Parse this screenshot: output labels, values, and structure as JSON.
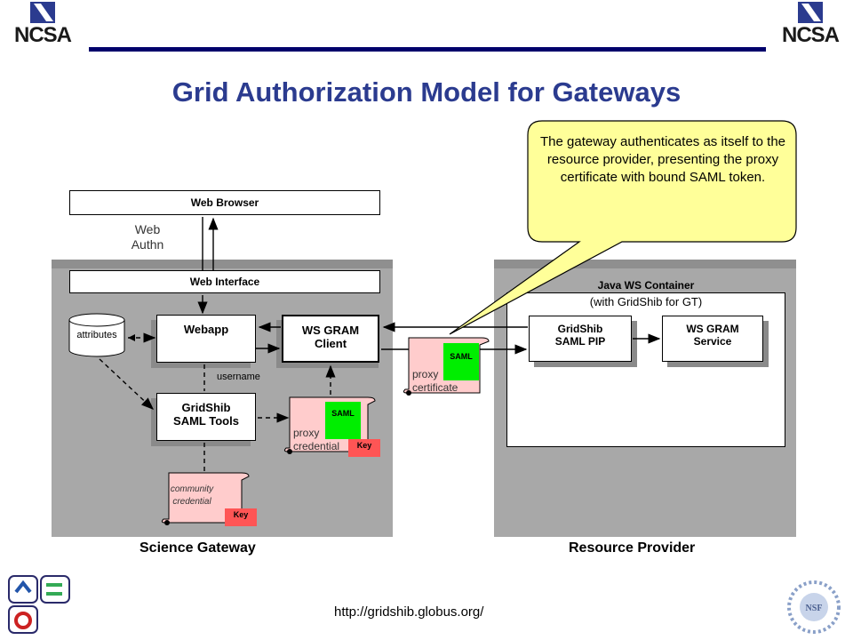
{
  "header": {
    "logo_left": "NCSA",
    "logo_right": "NCSA"
  },
  "title": "Grid Authorization Model for Gateways",
  "callout": "The gateway authenticates as itself to the resource provider, presenting the proxy certificate with bound SAML token.",
  "science_gateway": {
    "caption": "Science Gateway",
    "web_browser": "Web Browser",
    "web_authn_line1": "Web",
    "web_authn_line2": "Authn",
    "web_interface": "Web Interface",
    "attributes": "attributes",
    "webapp": "Webapp",
    "ws_gram_client_line1": "WS GRAM",
    "ws_gram_client_line2": "Client",
    "username": "username",
    "gridshib_tools_line1": "GridShib",
    "gridshib_tools_line2": "SAML Tools",
    "proxy_credential": {
      "line1": "proxy",
      "line2": "credential",
      "saml": "SAML",
      "key": "Key"
    },
    "community_credential": {
      "line1": "community",
      "line2": "credential",
      "key": "Key"
    }
  },
  "proxy_certificate": {
    "line1": "proxy",
    "line2": "certificate",
    "saml": "SAML"
  },
  "resource_provider": {
    "caption": "Resource Provider",
    "container_title": "Java WS Container",
    "container_subtitle": "(with GridShib for GT)",
    "pip_line1": "GridShib",
    "pip_line2": "SAML PIP",
    "service_line1": "WS GRAM",
    "service_line2": "Service"
  },
  "footer": {
    "url": "http://gridshib.globus.org/"
  },
  "colors": {
    "title": "#2b3b8f",
    "callout": "#ffff99",
    "scroll": "#ffcccc",
    "saml": "#00ee00",
    "key": "#ff5555"
  }
}
